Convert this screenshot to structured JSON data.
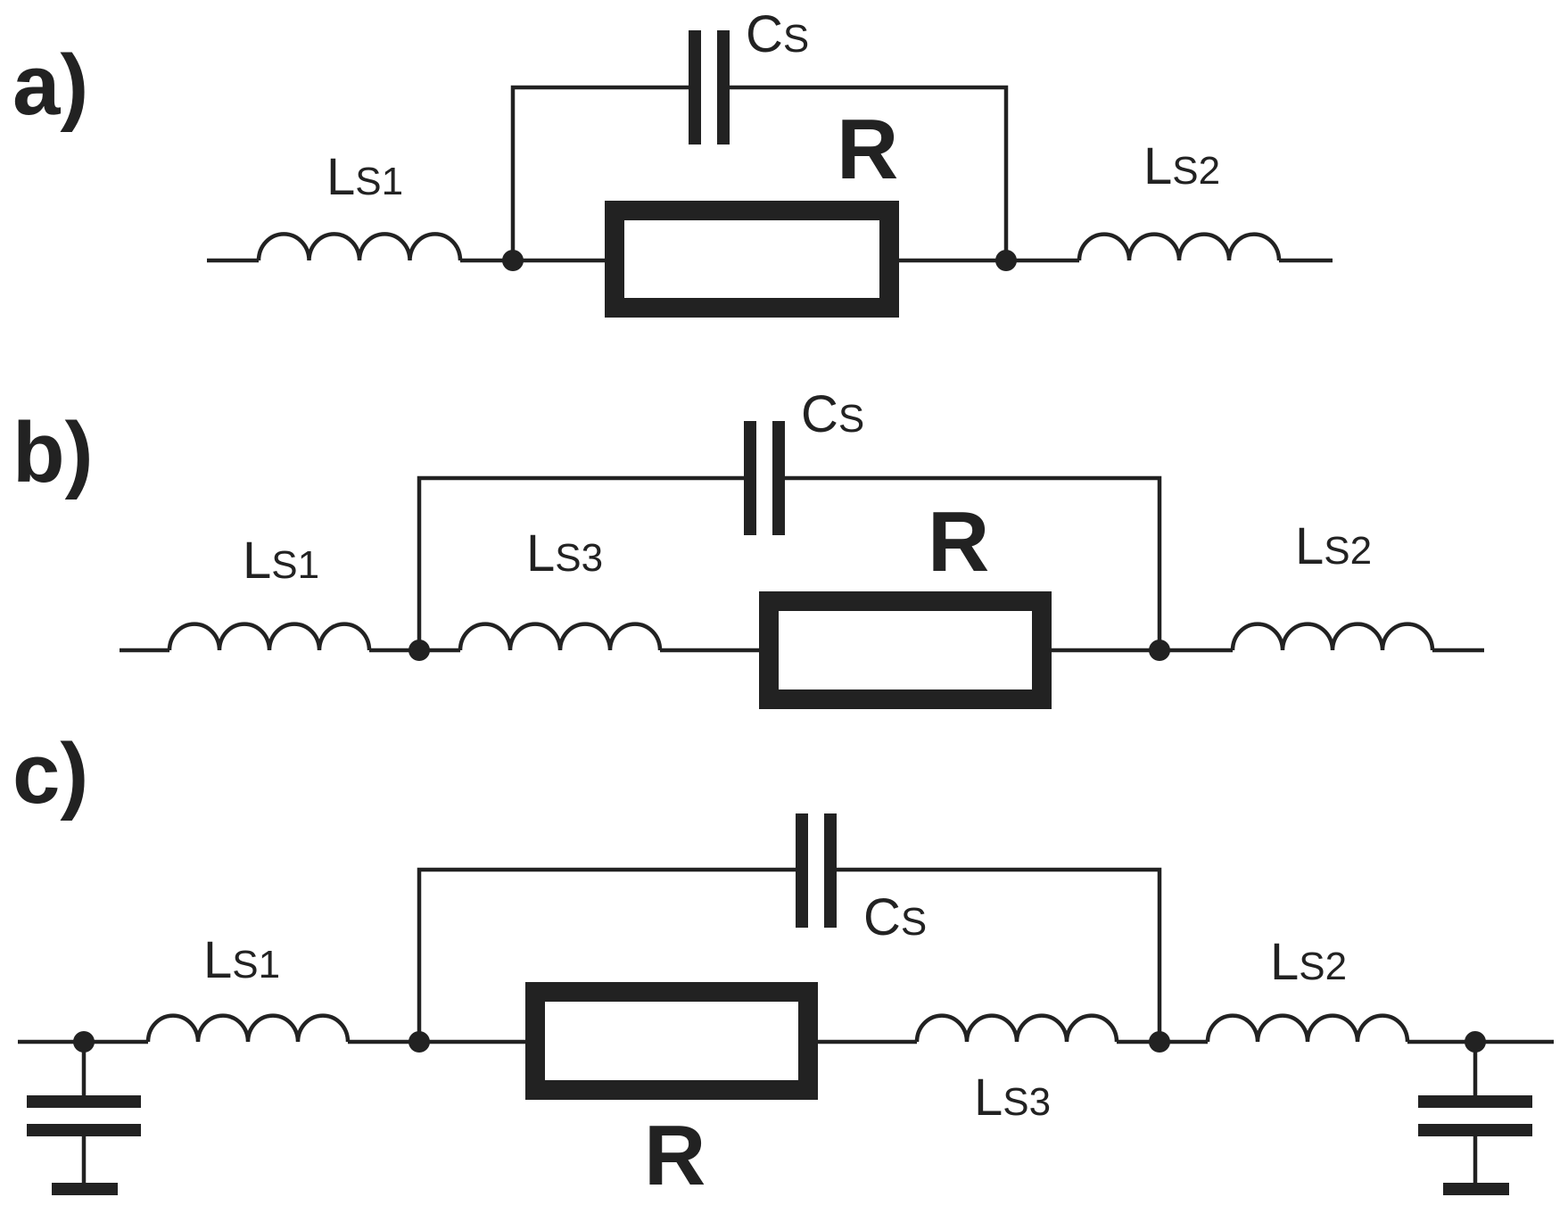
{
  "panels": [
    {
      "id": "a",
      "tag": "a)",
      "resistor": "R",
      "capacitor": {
        "main": "C",
        "sub": "S"
      },
      "inductors": [
        {
          "main": "L",
          "sub": "S1"
        },
        {
          "main": "L",
          "sub": "S2"
        }
      ]
    },
    {
      "id": "b",
      "tag": "b)",
      "resistor": "R",
      "capacitor": {
        "main": "C",
        "sub": "S"
      },
      "inductors": [
        {
          "main": "L",
          "sub": "S1"
        },
        {
          "main": "L",
          "sub": "S3"
        },
        {
          "main": "L",
          "sub": "S2"
        }
      ]
    },
    {
      "id": "c",
      "tag": "c)",
      "resistor": "R",
      "capacitor": {
        "main": "C",
        "sub": "S"
      },
      "inductors": [
        {
          "main": "L",
          "sub": "S1"
        },
        {
          "main": "L",
          "sub": "S3"
        },
        {
          "main": "L",
          "sub": "S2"
        }
      ]
    }
  ],
  "colors": {
    "ink": "#222222",
    "background": "#ffffff"
  }
}
